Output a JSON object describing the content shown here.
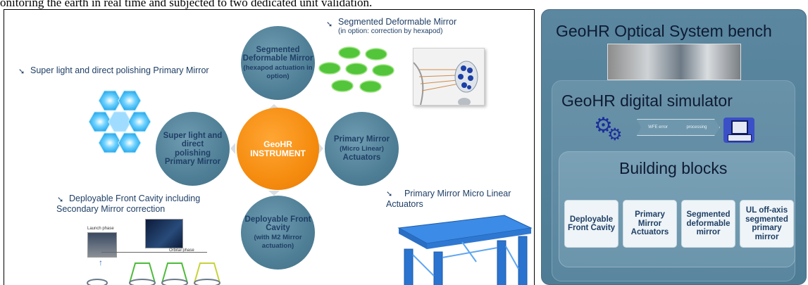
{
  "caption": "onitoring the earth in real time and subjected to two dedicated unit validation.",
  "left": {
    "circles": {
      "top": "Segmented Deformable Mirror",
      "top_sub": "(hexapod actuation in option)",
      "left": "Super light and direct polishing Primary Mirror",
      "center": "GeoHR INSTRUMENT",
      "right_a": "Primary Mirror",
      "right_b": "(Micro Linear)",
      "right_c": "Actuators",
      "bottom": "Deployable Front Cavity",
      "bottom_sub": "(with M2 Mirror actuation)"
    },
    "labels": {
      "segmented": "Segmented Deformable Mirror",
      "segmented_sub": "(in option: correction by hexapod)",
      "primary": "Super light and direct polishing Primary Mirror",
      "cavity": "Deployable Front Cavity including Secondary Mirror correction",
      "actuators": "Primary Mirror Micro Linear Actuators"
    },
    "small": {
      "launch": "Launch phase",
      "orbital": "Orbital phase"
    }
  },
  "right": {
    "title": "GeoHR Optical System bench",
    "simulator_title": "GeoHR digital simulator",
    "chevrons": [
      "WFE error",
      "processing"
    ],
    "blocks_title": "Building blocks",
    "blocks": [
      "Deployable Front Cavity",
      "Primary Mirror Actuators",
      "Segmented deformable mirror",
      "UL off-axis segmented primary mirror"
    ]
  }
}
